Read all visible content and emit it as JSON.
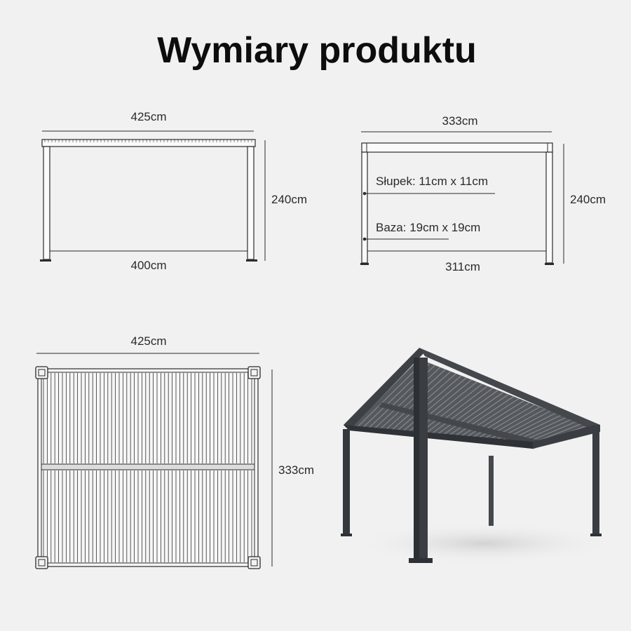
{
  "title": "Wymiary produktu",
  "front_view": {
    "top_width": "425cm",
    "bottom_width": "400cm",
    "height": "240cm"
  },
  "side_view": {
    "top_width": "333cm",
    "bottom_width": "311cm",
    "height": "240cm",
    "post_label": "Słupek: 11cm x 11cm",
    "base_label": "Baza: 19cm x 19cm"
  },
  "top_view": {
    "width": "425cm",
    "depth": "333cm"
  },
  "colors": {
    "background": "#f1f1f1",
    "line": "#2b2b2b",
    "frame": "#3d4045"
  }
}
